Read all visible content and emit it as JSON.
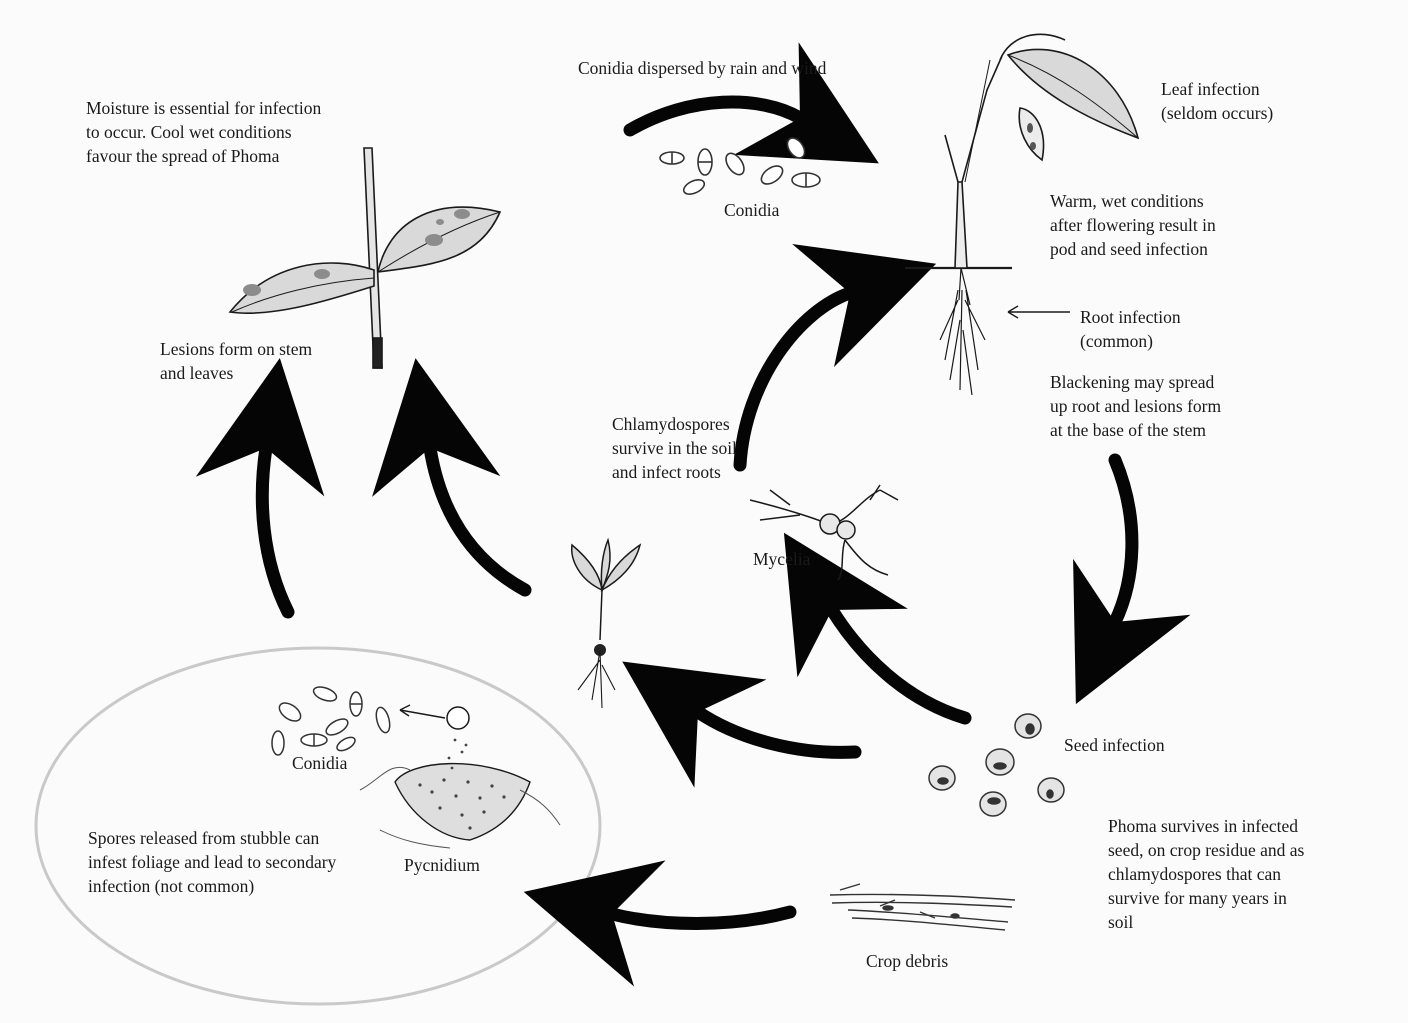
{
  "labels": {
    "moisture": "Moisture is essential for infection\nto occur. Cool wet conditions\nfavour the spread of Phoma",
    "dispersed": "Conidia dispersed by rain and wind",
    "conidia_top": "Conidia",
    "leaf_infection": "Leaf infection\n(seldom occurs)",
    "warm_wet": "Warm, wet conditions\nafter flowering result in\npod and seed infection",
    "root_infection": "Root infection\n(common)",
    "blackening": "Blackening may spread\nup root and lesions form\nat the base of the stem",
    "lesions": "Lesions form on stem\nand leaves",
    "chlamydospores": "Chlamydospores\nsurvive in the soil\nand infect roots",
    "mycelia": "Mycelia",
    "seed_infection": "Seed infection",
    "phoma_survives": "Phoma survives in infected\nseed, on crop residue and as\nchlamydospores that can\nsurvive for many years in\nsoil",
    "crop_debris": "Crop debris",
    "conidia_inset": "Conidia",
    "pycnidium": "Pycnidium",
    "spores_released": "Spores released from stubble can\ninfest foliage and lead to secondary\ninfection (not common)"
  },
  "colors": {
    "arrow": "#050505",
    "ink": "#1a1a1a",
    "leaf_fill": "#d9d9d9",
    "lesion": "#8c8c8c",
    "ellipse_border": "#c9c9c9"
  }
}
